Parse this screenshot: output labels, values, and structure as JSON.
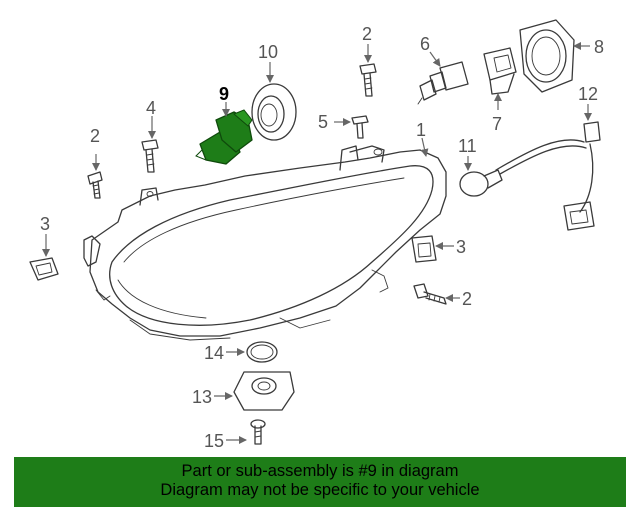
{
  "callouts": [
    {
      "id": "1",
      "label": "1",
      "highlighted": false
    },
    {
      "id": "2a",
      "label": "2",
      "highlighted": false
    },
    {
      "id": "2b",
      "label": "2",
      "highlighted": false
    },
    {
      "id": "2c",
      "label": "2",
      "highlighted": false
    },
    {
      "id": "3a",
      "label": "3",
      "highlighted": false
    },
    {
      "id": "3b",
      "label": "3",
      "highlighted": false
    },
    {
      "id": "4",
      "label": "4",
      "highlighted": false
    },
    {
      "id": "5",
      "label": "5",
      "highlighted": false
    },
    {
      "id": "6",
      "label": "6",
      "highlighted": false
    },
    {
      "id": "7",
      "label": "7",
      "highlighted": false
    },
    {
      "id": "8",
      "label": "8",
      "highlighted": false
    },
    {
      "id": "9",
      "label": "9",
      "highlighted": true
    },
    {
      "id": "10",
      "label": "10",
      "highlighted": false
    },
    {
      "id": "11",
      "label": "11",
      "highlighted": false
    },
    {
      "id": "12",
      "label": "12",
      "highlighted": false
    },
    {
      "id": "13",
      "label": "13",
      "highlighted": false
    },
    {
      "id": "14",
      "label": "14",
      "highlighted": false
    },
    {
      "id": "15",
      "label": "15",
      "highlighted": false
    }
  ],
  "highlight_color": "#1e7d18",
  "banner": {
    "line1": "Part or sub-assembly is #9 in diagram",
    "line2": "Diagram may not be specific to your vehicle"
  }
}
